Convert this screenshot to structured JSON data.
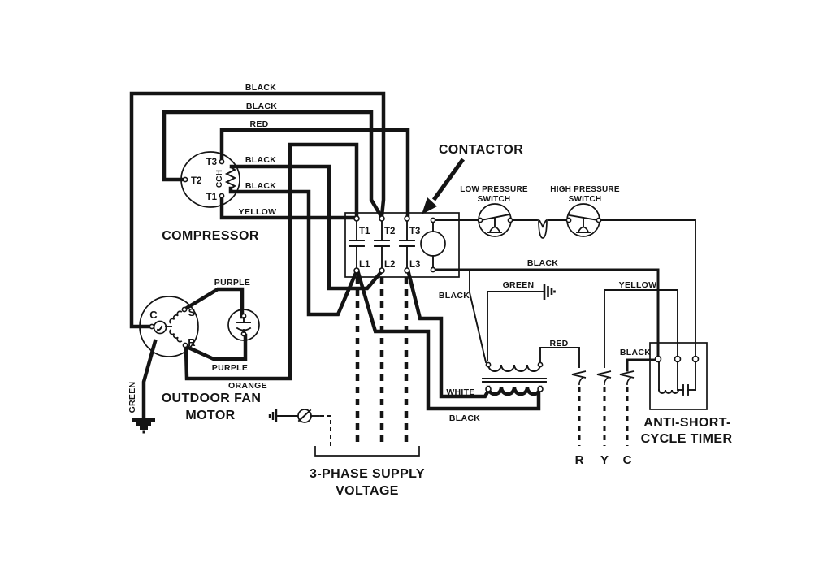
{
  "diagram_type": "hvac-3phase-condenser-wiring-schematic",
  "colors": {
    "ink": "#141414",
    "background": "#ffffff"
  },
  "components": {
    "compressor": {
      "label": "COMPRESSOR",
      "t1": "T1",
      "t2": "T2",
      "t3": "T3",
      "heater": "CCH"
    },
    "fan_motor": {
      "label_line1": "OUTDOOR FAN",
      "label_line2": "MOTOR",
      "c": "C",
      "s": "S",
      "r": "R"
    },
    "contactor": {
      "label": "CONTACTOR",
      "t1": "T1",
      "t2": "T2",
      "t3": "T3",
      "l1": "L1",
      "l2": "L2",
      "l3": "L3"
    },
    "low_pressure_switch": {
      "label_line1": "LOW PRESSURE",
      "label_line2": "SWITCH"
    },
    "high_pressure_switch": {
      "label_line1": "HIGH PRESSURE",
      "label_line2": "SWITCH"
    },
    "timer": {
      "label_line1": "ANTI-SHORT-",
      "label_line2": "CYCLE TIMER"
    },
    "supply": {
      "label_line1": "3-PHASE SUPPLY",
      "label_line2": "VOLTAGE"
    },
    "thermostat_terminals": {
      "r": "R",
      "y": "Y",
      "c": "C"
    }
  },
  "wire_labels": {
    "black_top": "BLACK",
    "black_t2": "BLACK",
    "red_t3": "RED",
    "black_cch_top": "BLACK",
    "black_cch_bottom": "BLACK",
    "yellow_t1": "YELLOW",
    "purple_top": "PURPLE",
    "purple_bottom": "PURPLE",
    "orange": "ORANGE",
    "green_motor": "GREEN",
    "black_coil": "BLACK",
    "green_ground": "GREEN",
    "yellow_ctrl": "YELLOW",
    "black_primary": "BLACK",
    "red_ctrl": "RED",
    "black_c_terminal": "BLACK",
    "white_secondary": "WHITE",
    "black_secondary": "BLACK"
  }
}
